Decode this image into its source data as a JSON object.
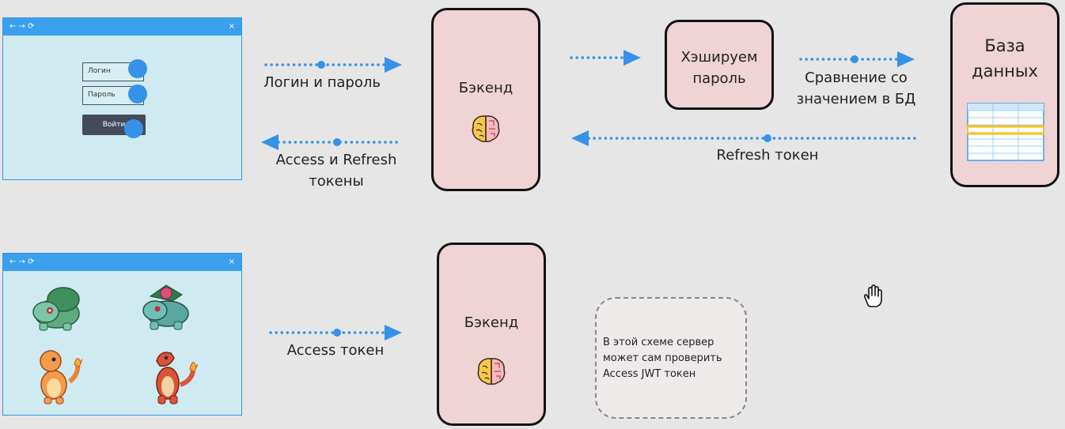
{
  "top_browser": {
    "nav": "← → ⟳",
    "close": "×",
    "login_placeholder": "Логин",
    "password_placeholder": "Пароль",
    "submit_label": "Войти"
  },
  "bottom_browser": {
    "nav": "← → ⟳",
    "close": "×"
  },
  "flow_top": {
    "credentials_label": "Логин и пароль",
    "tokens_label_line1": "Access и Refresh",
    "tokens_label_line2": "токены",
    "backend_label": "Бэкенд",
    "hash_label_line1": "Хэшируем",
    "hash_label_line2": "пароль",
    "compare_label_line1": "Сравнение со",
    "compare_label_line2": "значением в БД",
    "db_label_line1": "База",
    "db_label_line2": "данных",
    "refresh_label": "Refresh токен"
  },
  "flow_bottom": {
    "access_label": "Access токен",
    "backend_label": "Бэкенд",
    "note_line1": "В этой схеме сервер",
    "note_line2": "может сам проверить",
    "note_line3": "Access JWT токен"
  },
  "icons": {
    "brain": "brain-icon",
    "hand_cursor": "hand-cursor-icon",
    "pokemon": [
      "bulbasaur",
      "ivysaur",
      "charmander",
      "charmeleon"
    ]
  },
  "colors": {
    "arrow": "#3592e8",
    "box_fill": "#efd3d5",
    "browser_fill": "#cfeaf0",
    "browser_bar": "#3aa0ee",
    "db_highlight": "#f2c21a"
  }
}
